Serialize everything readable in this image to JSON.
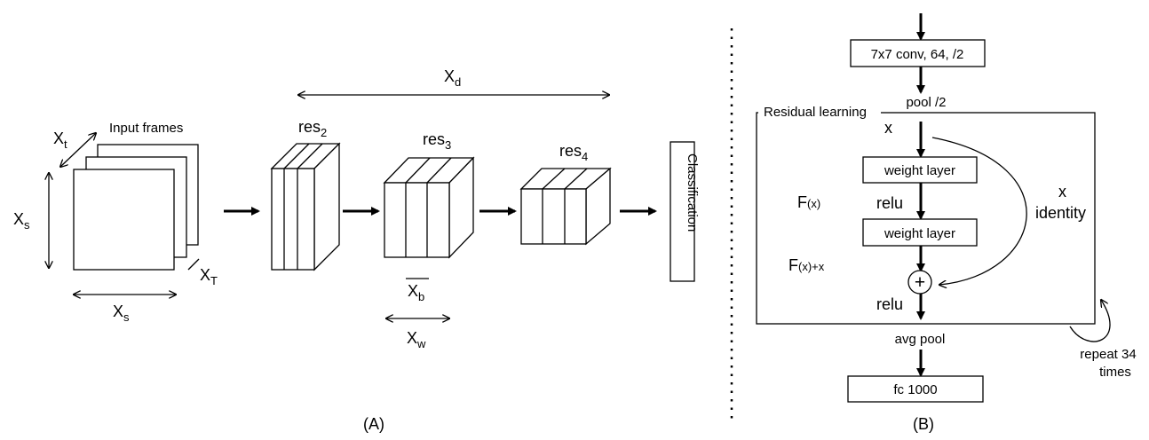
{
  "panel_a": {
    "caption": "(A)",
    "input_frames": "Input frames",
    "xt": {
      "main": "X",
      "sub": "t"
    },
    "xs_vertical": {
      "main": "X",
      "sub": "s"
    },
    "xs_horizontal": {
      "main": "X",
      "sub": "s"
    },
    "xT": {
      "main": "X",
      "sub": "T"
    },
    "xd": {
      "main": "X",
      "sub": "d"
    },
    "res2": {
      "main": "res",
      "sub": "2"
    },
    "res3": {
      "main": "res",
      "sub": "3"
    },
    "res4": {
      "main": "res",
      "sub": "4"
    },
    "xb": {
      "main": "X",
      "sub": "b"
    },
    "xw": {
      "main": "X",
      "sub": "w"
    },
    "classification": "Classification"
  },
  "panel_b": {
    "caption": "(B)",
    "conv": "7x7 conv, 64, /2",
    "pool": "pool /2",
    "residual_learning": "Residual learning",
    "x_top": "x",
    "weight_layer_1": "weight layer",
    "weight_layer_2": "weight layer",
    "relu_mid": "relu",
    "relu_bottom": "relu",
    "fx": {
      "main": "F",
      "arg": "(x)"
    },
    "fx_plus_x": {
      "main": "F",
      "arg": "(x)+x"
    },
    "x_identity_x": "x",
    "x_identity_label": "identity",
    "plus_symbol": "+",
    "avg_pool": "avg pool",
    "fc": "fc 1000",
    "repeat_line1": "repeat 34",
    "repeat_line2": "times"
  }
}
